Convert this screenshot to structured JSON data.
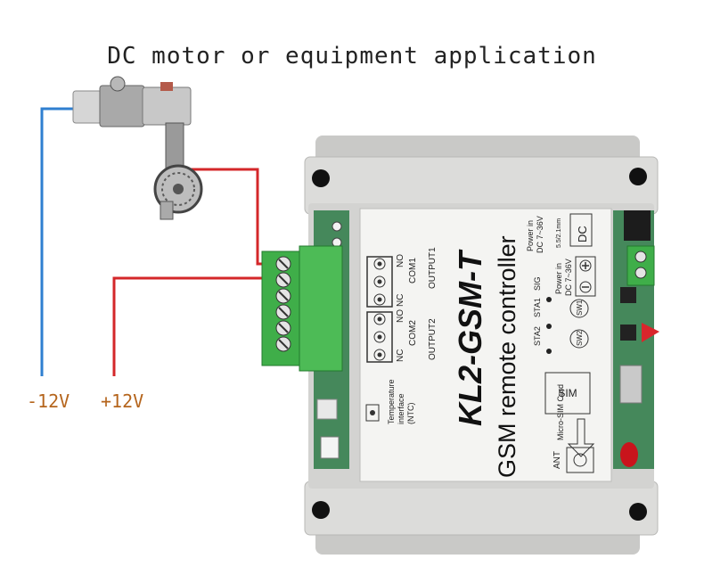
{
  "title": "DC motor or equipment application",
  "supply": {
    "negative": "-12V",
    "positive": "+12V"
  },
  "colors": {
    "negative_wire": "#2f7fd0",
    "positive_wire": "#d4272a",
    "voltage_label": "#b5651d",
    "case": "#d9d9d7",
    "terminal_block": "#3fae49",
    "label_panel": "#f4f4f2"
  },
  "board": {
    "model": "KL2-GSM-T",
    "name": "GSM remote controller",
    "output1": {
      "terminals": [
        "NO",
        "COM1",
        "NC"
      ],
      "label": "OUTPUT1"
    },
    "output2": {
      "terminals": [
        "NO",
        "COM2",
        "NC"
      ],
      "label": "OUTPUT2"
    },
    "temperature": {
      "label_lines": [
        "Temperature",
        "interface",
        "(NTC)"
      ]
    },
    "indicators": [
      "SIG",
      "STA1",
      "STA2"
    ],
    "switches": [
      "SW1",
      "SW2"
    ],
    "sim": {
      "label": "SIM",
      "slot": "Micro-SIM Card"
    },
    "antenna": "ANT",
    "power_dc": {
      "lines": [
        "Power in",
        "DC 7~36V"
      ],
      "spec": "5.5/2.1mm",
      "jack": "DC"
    },
    "power_terminal": {
      "lines": [
        "Power in",
        "DC 7~36V"
      ]
    }
  }
}
